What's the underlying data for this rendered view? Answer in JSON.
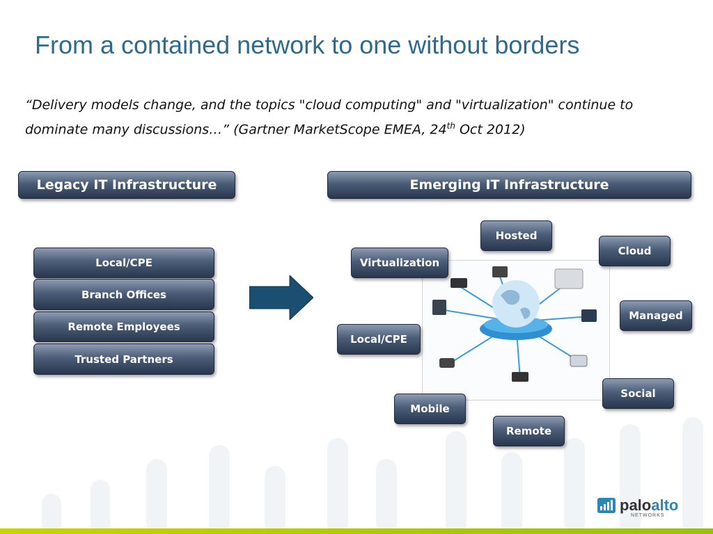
{
  "slide": {
    "title": "From a contained network to one without borders",
    "quote_part1": "“Delivery models change, and the topics \"cloud computing\" and \"virtualization\" continue to dominate many discussions…” (Gartner MarketScope EMEA, 24",
    "quote_sup": "th",
    "quote_part2": " Oct 2012)"
  },
  "legacy": {
    "header": "Legacy IT Infrastructure",
    "items": [
      "Local/CPE",
      "Branch Offices",
      "Remote Employees",
      "Trusted Partners"
    ]
  },
  "emerging": {
    "header": "Emerging IT Infrastructure",
    "items": {
      "hosted": "Hosted",
      "cloud": "Cloud",
      "virtualization": "Virtualization",
      "managed": "Managed",
      "local_cpe": "Local/CPE",
      "social": "Social",
      "mobile": "Mobile",
      "remote": "Remote"
    }
  },
  "logo": {
    "part1": "palo",
    "part2": "alto",
    "sub": "NETWORKS"
  },
  "colors": {
    "title": "#2e6a8e",
    "arrow": "#1b4f72",
    "pill_dark": "#29374e",
    "accent_bar": "#c8d400"
  }
}
